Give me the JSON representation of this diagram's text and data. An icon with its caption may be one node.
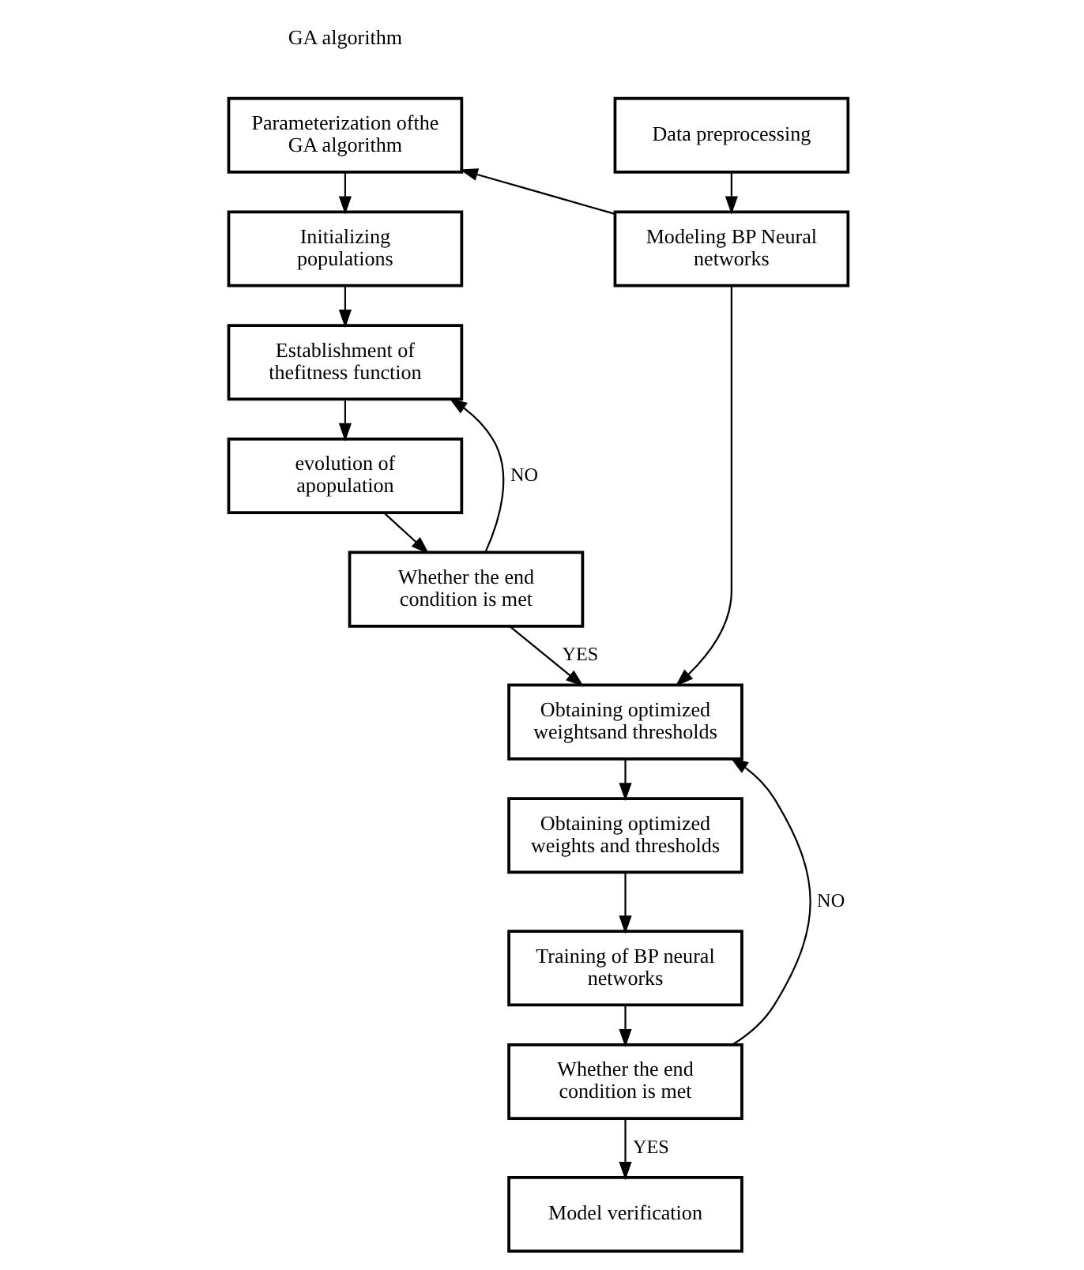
{
  "diagram": {
    "nodes": [
      {
        "text": [
          "Parameterization ofthe GA algorithm"
        ]
      },
      {
        "text": [
          "Initializing populations"
        ]
      },
      {
        "text": [
          "Establishment of thefitness function"
        ]
      },
      {
        "text": [
          "evolution of apopulation"
        ]
      },
      {
        "text": [
          "Whether the end condition is met"
        ]
      },
      {
        "text": [
          "Data preprocessing"
        ]
      },
      {
        "text": [
          "Modeling BP Neural networks"
        ]
      },
      {
        "text": [
          "Obtaining optimized weightsand thresholds"
        ]
      },
      {
        "text": [
          "Obtaining optimized weights and thresholds"
        ]
      },
      {
        "text": [
          "Training of BP neural networks"
        ]
      },
      {
        "text": [
          "Whether the end condition is met"
        ]
      },
      {
        "text": [
          "Model verification"
        ]
      }
    ],
    "edges": [
      {
        "from": 0,
        "to": 1,
        "arrow": "to"
      },
      {
        "from": 1,
        "to": 2,
        "arrow": "to"
      },
      {
        "from": 2,
        "to": 3,
        "arrow": "to"
      },
      {
        "from": 3,
        "to": 4,
        "arrow": "to"
      },
      {
        "from": 4,
        "to": 2,
        "arrow": "to",
        "label": "NO"
      },
      {
        "from": 4,
        "to": 7,
        "arrow": "to",
        "label": "YES"
      },
      {
        "from": 5,
        "to": 6,
        "arrow": "to"
      },
      {
        "from": 6,
        "to": 0,
        "arrow": "to"
      },
      {
        "from": 6,
        "to": 7,
        "arrow": "to"
      },
      {
        "from": 7,
        "to": 8,
        "arrow": "to"
      },
      {
        "from": 8,
        "to": 9,
        "arrow": "to"
      },
      {
        "from": 9,
        "to": 10,
        "arrow": "to"
      },
      {
        "from": 10,
        "to": 7,
        "arrow": "to",
        "label": "NO"
      },
      {
        "from": 10,
        "to": 11,
        "arrow": "to",
        "label": "YES"
      }
    ],
    "labels": [
      "GA algorithm"
    ]
  }
}
